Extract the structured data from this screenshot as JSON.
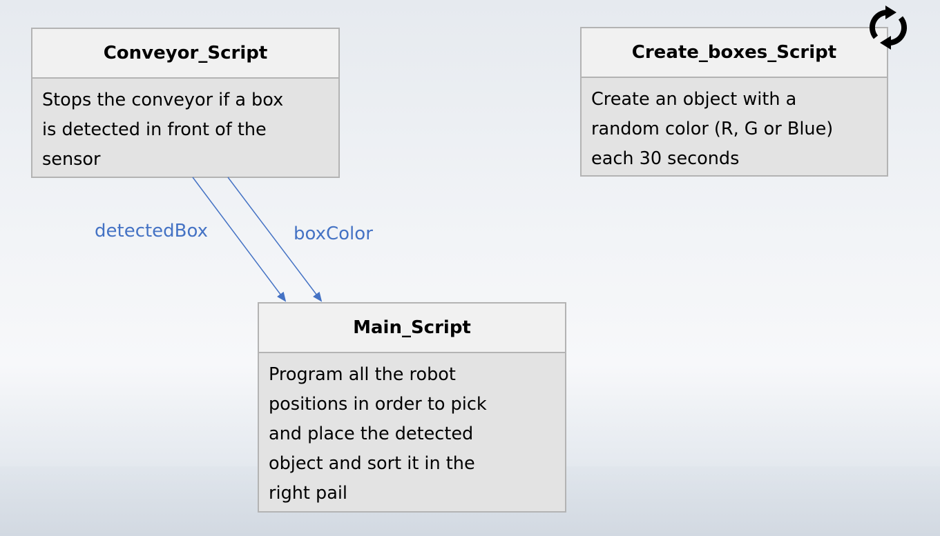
{
  "colors": {
    "arrow": "#4472c4",
    "label": "#4472c4",
    "box_border": "#b3b3b3",
    "box_header": "#f1f1f1",
    "box_body": "#e3e3e3"
  },
  "icons": {
    "refresh": "refresh-icon"
  },
  "boxes": {
    "conveyor": {
      "title": "Conveyor_Script",
      "lines": [
        "Stops the conveyor if a box",
        "is detected in front of the",
        "sensor"
      ]
    },
    "create": {
      "title": "Create_boxes_Script",
      "lines": [
        "Create an object with a",
        "random color (R, G or Blue)",
        "each 30 seconds"
      ]
    },
    "main": {
      "title": "Main_Script",
      "lines": [
        "Program all the robot",
        "positions in order to pick",
        "and place the detected",
        "object and sort it in the",
        "right pail"
      ]
    }
  },
  "connections": [
    {
      "from": "Conveyor_Script",
      "to": "Main_Script",
      "label": "detectedBox"
    },
    {
      "from": "Conveyor_Script",
      "to": "Main_Script",
      "label": "boxColor"
    }
  ]
}
